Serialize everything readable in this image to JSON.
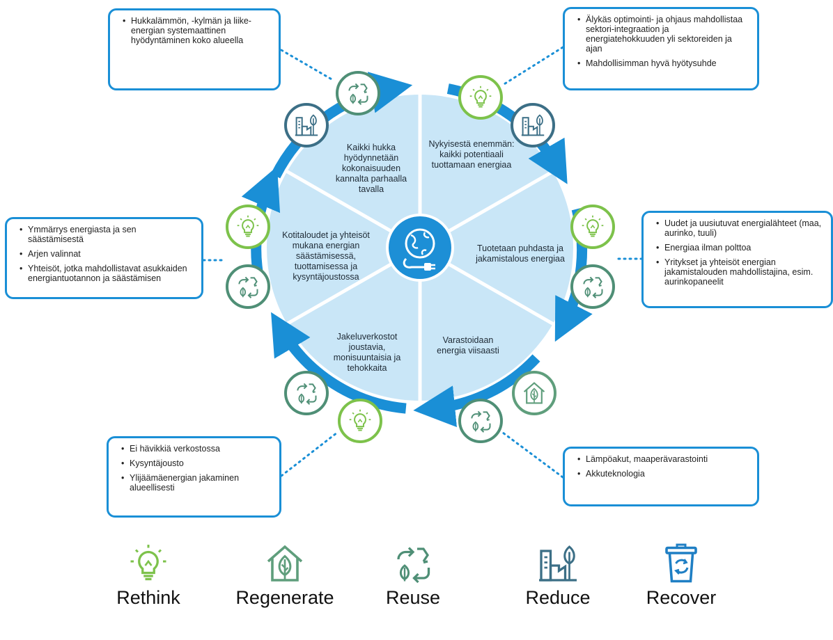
{
  "segments": [
    {
      "label": "Kaikki hukka hyödynnetään kokonaisuuden kannalta parhaalla tavalla"
    },
    {
      "label": "Nykyisestä enemmän: kaikki potentiaali tuottamaan energiaa"
    },
    {
      "label": "Tuotetaan puhdasta ja jakamistalous energiaa"
    },
    {
      "label": "Varastoidaan energia viisaasti"
    },
    {
      "label": "Jakeluverkostot joustavia, monisuuntaisia ja tehokkaita"
    },
    {
      "label": "Kotitaloudet ja yhteisöt mukana energian säästämisessä, tuottamisessa ja kysyntäjoustossa"
    }
  ],
  "callouts": {
    "top_left": [
      "Hukkalämmön, -kylmän ja liike-energian systemaattinen hyödyntäminen koko alueella"
    ],
    "top_right": [
      "Älykäs optimointi- ja ohjaus mahdollistaa sektori-integraation ja energiatehokkuuden yli sektoreiden ja ajan",
      "Mahdollisimman hyvä hyötysuhde"
    ],
    "mid_left": [
      "Ymmärrys energiasta ja sen säästämisestä",
      "Arjen valinnat",
      "Yhteisöt, jotka mahdollistavat asukkaiden energiantuotannon ja säästämisen"
    ],
    "mid_right": [
      "Uudet ja uusiutuvat energialähteet (maa, aurinko, tuuli)",
      "Energiaa ilman polttoa",
      "Yritykset ja yhteisöt energian jakamistalouden mahdollistajina, esim. aurinkopaneelit"
    ],
    "bottom_left": [
      "Ei hävikkiä verkostossa",
      "Kysyntäjousto",
      "Ylijäämäenergian jakaminen alueellisesti"
    ],
    "bottom_right": [
      "Lämpöakut, maaperävarastointi",
      "Akkuteknologia"
    ]
  },
  "legend": [
    {
      "label": "Rethink",
      "icon": "bulb-icon",
      "color": "#7dc24b"
    },
    {
      "label": "Regenerate",
      "icon": "house-leaf-icon",
      "color": "#5f9e7c"
    },
    {
      "label": "Reuse",
      "icon": "recycle-arrows-icon",
      "color": "#4f8f76"
    },
    {
      "label": "Reduce",
      "icon": "factory-leaf-icon",
      "color": "#3c6f86"
    },
    {
      "label": "Recover",
      "icon": "recycle-bin-icon",
      "color": "#1f7fc4"
    }
  ],
  "colors": {
    "ring": "#1a8fd6",
    "pie": "#c9e6f7",
    "center": "#1d8fd6",
    "rethink": "#7dc24b",
    "regenerate": "#5f9e7c",
    "reuse": "#4f8f76",
    "reduce": "#3c6f86",
    "recover": "#1f7fc4"
  }
}
